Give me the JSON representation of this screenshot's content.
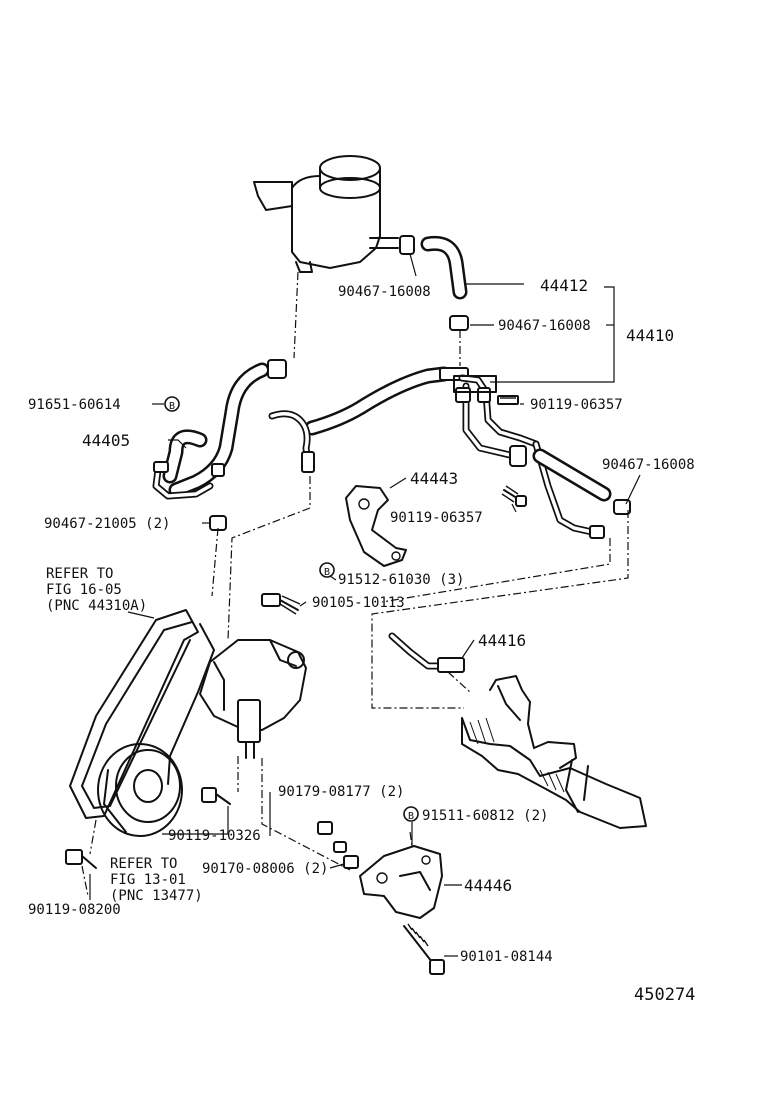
{
  "figure_id": "450274",
  "labels": {
    "c1": "90467-16008",
    "h44412": "44412",
    "c2": "90467-16008",
    "a44410": "44410",
    "b1": "90119-06357",
    "c3": "90467-16008",
    "w1": "91651-60614",
    "h44405": "44405",
    "c4": "90467-21005 (2)",
    "br44443": "44443",
    "b2": "90119-06357",
    "w2": "91512-61030 (3)",
    "b3": "90105-10113",
    "t44416": "44416",
    "b4": "90119-10326",
    "b5": "90179-08177 (2)",
    "w3": "91511-60812 (2)",
    "n1": "90170-08006 (2)",
    "br44446": "44446",
    "b6": "90119-08200",
    "b7": "90101-08144"
  },
  "references": {
    "belt": [
      "REFER TO",
      "FIG 16-05",
      "(PNC 44310A)"
    ],
    "pulley": [
      "REFER TO",
      "FIG 13-01",
      "(PNC 13477)"
    ]
  },
  "markers": {
    "washer": "B"
  }
}
